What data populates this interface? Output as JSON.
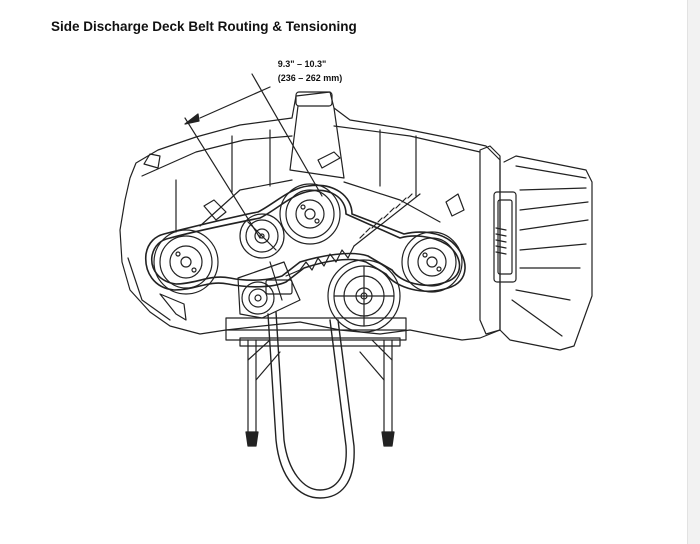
{
  "title": "Side Discharge Deck Belt Routing & Tensioning",
  "dimension": {
    "imperial": "9.3\" – 10.3\"",
    "metric": "(236 – 262 mm)"
  }
}
